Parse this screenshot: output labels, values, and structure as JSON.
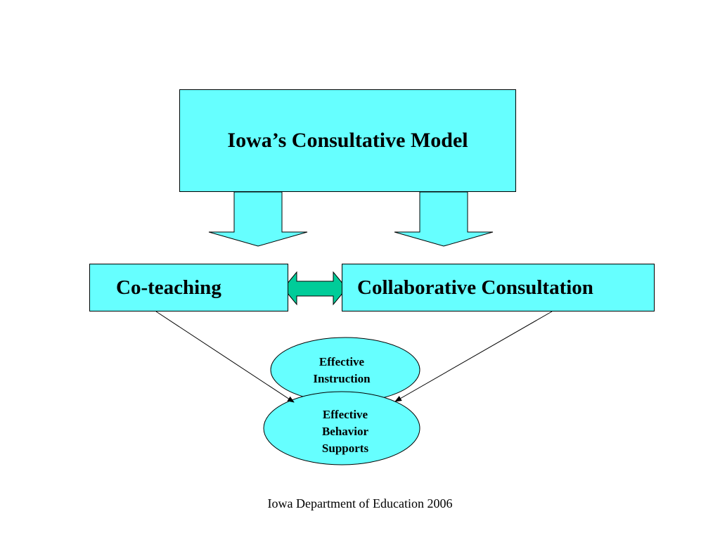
{
  "diagram": {
    "main_box": {
      "label": "Iowa’s Consultative Model"
    },
    "left_box": {
      "label": "Co-teaching"
    },
    "right_box": {
      "label": "Collaborative Consultation"
    },
    "ellipse_top": {
      "line1": "Effective",
      "line2": "Instruction"
    },
    "ellipse_bottom": {
      "line1": "Effective",
      "line2": "Behavior",
      "line3": "Supports"
    }
  },
  "footer": {
    "text": "Iowa Department of Education 2006"
  },
  "colors": {
    "box_fill": "#66ffff",
    "double_arrow_fill": "#00cc99",
    "outline": "#000000"
  }
}
